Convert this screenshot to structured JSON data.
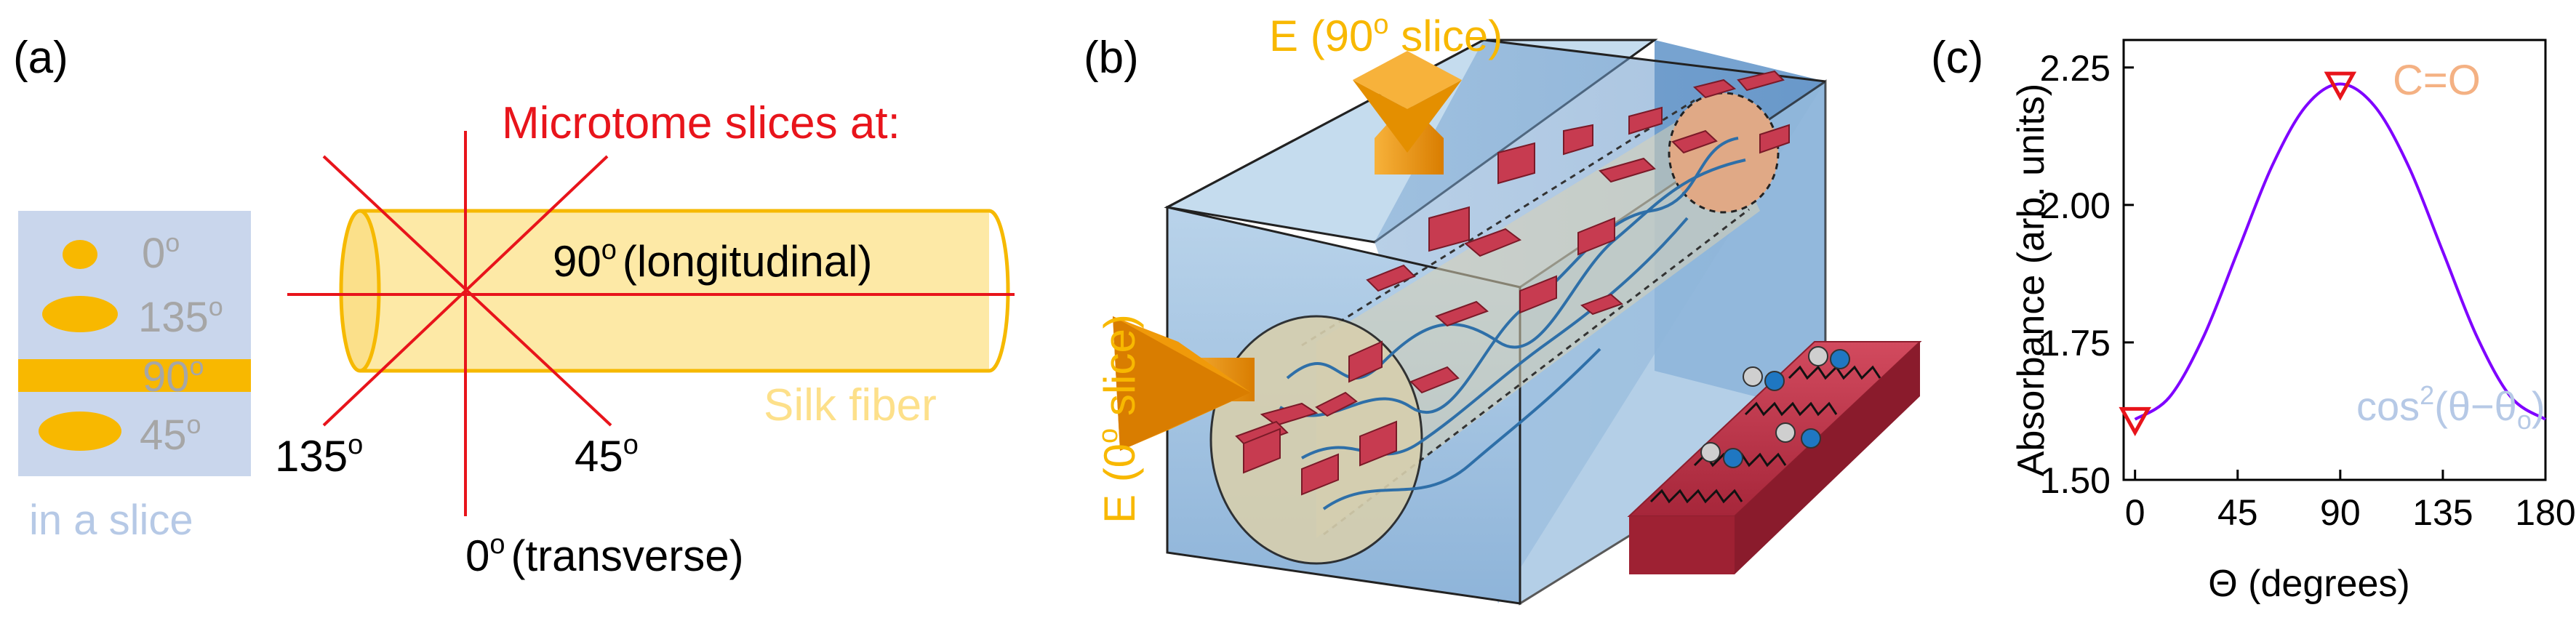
{
  "panels": {
    "a": {
      "label": "(a)",
      "heading": "Microtome slices at:",
      "angle_90": "90",
      "angle_90_desc": "(longitudinal)",
      "angle_135": "135",
      "angle_45": "45",
      "angle_0": "0",
      "angle_0_desc": "(transverse)",
      "fiber_label": "Silk fiber",
      "slice_box": {
        "shapes": [
          "0",
          "135",
          "90",
          "45"
        ],
        "caption": "in a slice"
      },
      "degree_mark": "o"
    },
    "b": {
      "label": "(b)",
      "e_top": "E (90",
      "e_top_end": " slice)",
      "e_left": "E (0",
      "e_left_end": " slice)",
      "degree_mark": "o"
    },
    "c": {
      "label": "(c)",
      "annotation_peak": "C=O",
      "annotation_fit": "cos",
      "annotation_fit_exp": "2",
      "annotation_fit_arg": "(θ−θ",
      "annotation_fit_sub": "o",
      "annotation_fit_close": ")"
    }
  },
  "colors": {
    "accent_red": "#e8141b",
    "fiber_fill": "#fde9a6",
    "fiber_stroke": "#f6b900",
    "slice_gold": "#f8b800",
    "slice_box": "#c9d6ec",
    "slice_text": "#a6a6a6",
    "slice_caption": "#b6c9e6",
    "arrow_orange": "#f09a0a",
    "box_blue": "#9cbfdf",
    "platelet": "#c73b50",
    "curve": "#7f00ff",
    "peak_label": "#f4b183",
    "fit_label": "#b6c9e6"
  },
  "chart_data": {
    "type": "line",
    "title": "",
    "xlabel": "Θ (degrees)",
    "ylabel": "Absorbance (arb. units)",
    "xlim": [
      -5,
      180
    ],
    "ylim": [
      1.5,
      2.3
    ],
    "xticks": [
      0,
      45,
      90,
      135,
      180
    ],
    "yticks": [
      1.5,
      1.75,
      2.0,
      2.25
    ],
    "xtick_labels": [
      "0",
      "45",
      "90",
      "135",
      "180"
    ],
    "ytick_labels": [
      "1.50",
      "1.75",
      "2.00",
      "2.25"
    ],
    "series": [
      {
        "x": [
          0,
          15,
          30,
          45,
          60,
          75,
          90,
          105,
          120,
          135,
          150,
          165,
          180
        ],
        "y": [
          1.61,
          1.65,
          1.76,
          1.915,
          2.07,
          2.18,
          2.22,
          2.18,
          2.07,
          1.915,
          1.76,
          1.65,
          1.61
        ]
      }
    ],
    "markers": [
      {
        "x": 0,
        "y": 1.61,
        "shape": "triangle-down"
      },
      {
        "x": 90,
        "y": 2.22,
        "shape": "triangle-down"
      }
    ],
    "grid": false
  }
}
